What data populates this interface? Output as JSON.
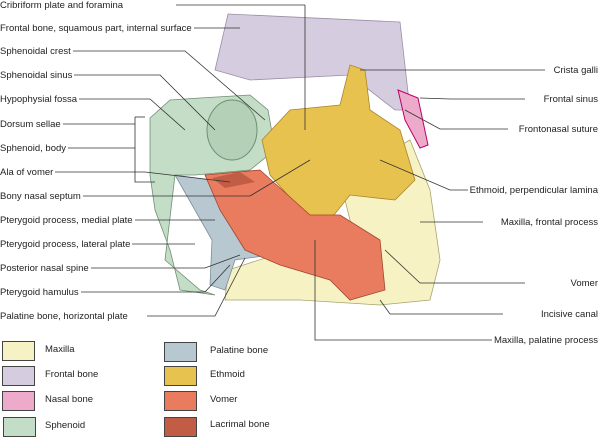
{
  "labels_left": [
    "Cribriform plate and foramina",
    "Frontal bone, squamous part, internal surface",
    "Sphenoidal crest",
    "Sphenoidal sinus",
    "Hypophysial fossa",
    "Dorsum sellae",
    "Sphenoid, body",
    "Ala of vomer",
    "Bony nasal septum",
    "Pterygoid process, medial plate",
    "Pterygoid process, lateral plate",
    "Posterior nasal spine",
    "Pterygoid hamulus",
    "Palatine bone, horizontal plate"
  ],
  "labels_right": [
    "Crista galli",
    "Frontal sinus",
    "Frontonasal suture",
    "Ethmoid, perpendicular lamina",
    "Maxilla, frontal process",
    "Vomer",
    "Incisive canal",
    "Maxilla, palatine process"
  ],
  "legend": [
    {
      "label": "Maxilla",
      "color": "#f6f2c4"
    },
    {
      "label": "Frontal bone",
      "color": "#d6cce0"
    },
    {
      "label": "Nasal bone",
      "color": "#eeaacb"
    },
    {
      "label": "Sphenoid",
      "color": "#c4ddc6"
    },
    {
      "label": "Palatine bone",
      "color": "#b7c8d0"
    },
    {
      "label": "Ethmoid",
      "color": "#e8c24e"
    },
    {
      "label": "Vomer",
      "color": "#e97c5e"
    },
    {
      "label": "Lacrimal bone",
      "color": "#c15c45"
    }
  ]
}
